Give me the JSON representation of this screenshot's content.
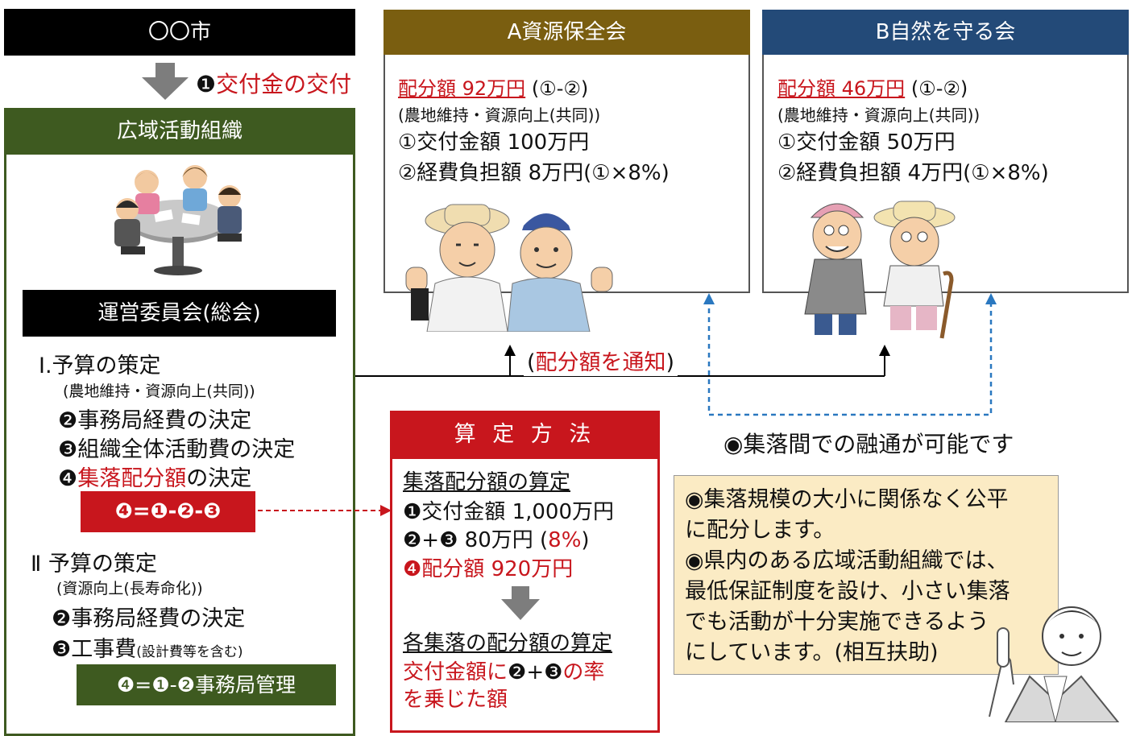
{
  "city": {
    "title": "〇〇市"
  },
  "grant_step": {
    "number": "❶",
    "label": "交付金の交付"
  },
  "wide_org": {
    "title": "広域活動組織",
    "committee": "運営委員会(総会)",
    "budget1": {
      "heading": "Ⅰ.予算の策定",
      "sub": "(農地維持・資源向上(共同))",
      "item2": "❷事務局経費の決定",
      "item3": "❸組織全体活動費の決定",
      "item4_num": "❹",
      "item4_red": "集落配分額",
      "item4_rest": "の決定",
      "formula": "❹=❶-❷-❸"
    },
    "budget2": {
      "heading": "Ⅱ 予算の策定",
      "sub": "(資源向上(長寿命化))",
      "item2": "❷事務局経費の決定",
      "item3_main": "❸工事費",
      "item3_small": "(設計費等を含む)",
      "formula": "❹=❶-❷事務局管理"
    }
  },
  "group_a": {
    "title": "A資源保全会",
    "alloc": "配分額 92万円",
    "alloc_note": "(①-②)",
    "sub": "(農地維持・資源向上(共同))",
    "line1": "①交付金額 100万円",
    "line2": "②経費負担額  8万円(①×8%)"
  },
  "group_b": {
    "title": "B自然を守る会",
    "alloc": "配分額 46万円",
    "alloc_note": "(①-②)",
    "sub": "(農地維持・資源向上(共同))",
    "line1": "①交付金額 50万円",
    "line2": "②経費負担額  4万円(①×8%)"
  },
  "notify": {
    "open": "(",
    "label": "配分額を通知",
    "close": ")"
  },
  "flex_note": "◉集落間での融通が可能です",
  "method": {
    "title": "算 定 方 法",
    "h1": "集落配分額の算定",
    "l1": "❶交付金額 1,000万円",
    "l2a": "❷+❸ 80万円 (",
    "l2b": "8%",
    "l2c": ")",
    "l3": "❹配分額 920万円",
    "h2": "各集落の配分額の算定",
    "l4a": "交付金額に",
    "l4b": "❷+❸",
    "l4c": "の率",
    "l5": "を乗じた額"
  },
  "info": {
    "lines": [
      "◉集落規模の大小に関係なく公平",
      "に配分します。",
      "◉県内のある広域活動組織では、",
      "最低保証制度を設け、小さい集落",
      "でも活動が十分実施できるよう",
      "にしています。(相互扶助)"
    ]
  },
  "colors": {
    "black": "#000000",
    "org_green": "#3e5a20",
    "a_header": "#7a5e10",
    "b_header": "#234a78",
    "accent_red": "#c8161d",
    "info_bg": "#fbebc4",
    "dotted_blue": "#2a78c0"
  },
  "icons": [
    "down-arrow-icon",
    "meeting-illustration",
    "farmers-illustration-a",
    "farmers-illustration-b",
    "presenter-illustration"
  ]
}
